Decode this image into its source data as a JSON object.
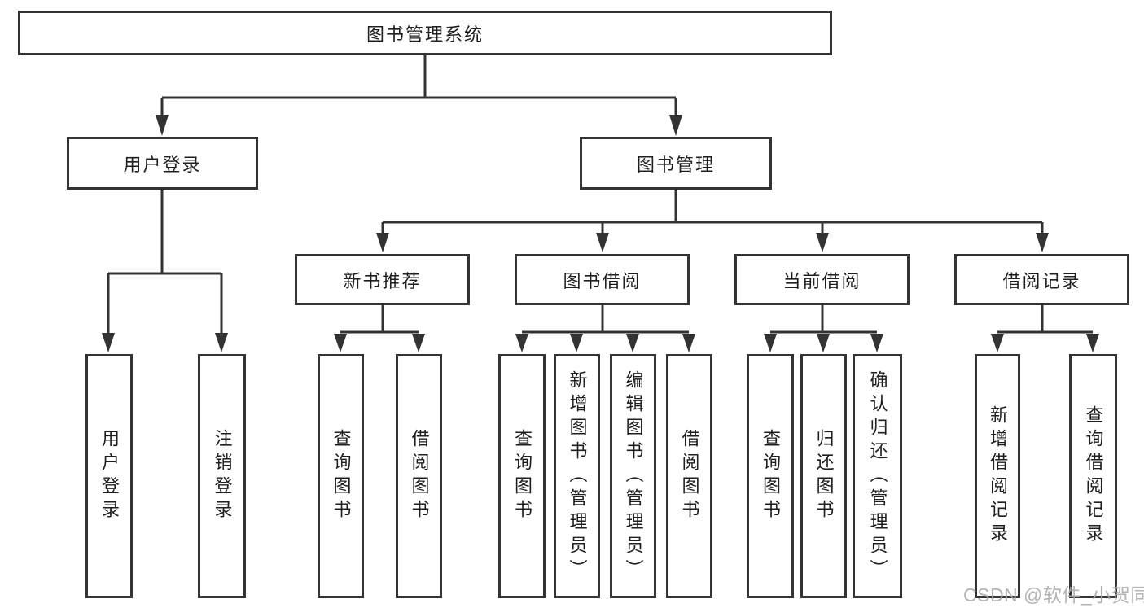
{
  "diagram": {
    "root": {
      "label": "图书管理系统"
    },
    "branches": [
      {
        "label": "用户登录",
        "children": [
          {
            "label": "用户登录"
          },
          {
            "label": "注销登录"
          }
        ]
      },
      {
        "label": "图书管理",
        "sections": [
          {
            "label": "新书推荐",
            "children": [
              {
                "label": "查询图书"
              },
              {
                "label": "借阅图书"
              }
            ]
          },
          {
            "label": "图书借阅",
            "children": [
              {
                "label": "查询图书"
              },
              {
                "label": "新增图书（管理员）"
              },
              {
                "label": "编辑图书（管理员）"
              },
              {
                "label": "借阅图书"
              }
            ]
          },
          {
            "label": "当前借阅",
            "children": [
              {
                "label": "查询图书"
              },
              {
                "label": "归还图书"
              },
              {
                "label": "确认归还（管理员）"
              }
            ]
          },
          {
            "label": "借阅记录",
            "children": [
              {
                "label": "新增借阅记录"
              },
              {
                "label": "查询借阅记录"
              }
            ]
          }
        ]
      }
    ],
    "watermark": "CSDN @软件_小贺同学",
    "colors": {
      "line": "#333333",
      "text": "#1f1f1f",
      "box_background": "#ffffff",
      "page_background": "#ffffff",
      "watermark": "#a8a8a8"
    }
  }
}
